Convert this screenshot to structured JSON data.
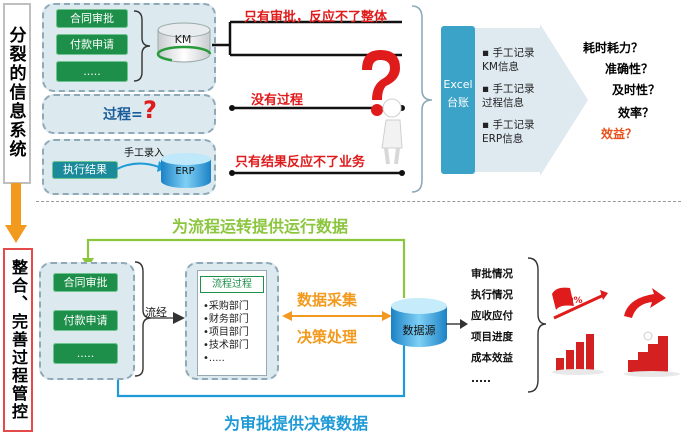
{
  "top": {
    "side_label": "分裂的信息系统",
    "panel1": {
      "items": [
        "合同审批",
        "付款申请",
        "....."
      ],
      "db_label": "KM",
      "note": "只有审批，反应不了整体"
    },
    "panel2": {
      "process_label": "过程=",
      "qmark": "?",
      "note": "没有过程"
    },
    "panel3": {
      "result_btn": "执行结果",
      "manual": "手工录入",
      "db_label": "ERP",
      "note": "只有结果反应不了业务"
    },
    "excel": {
      "line1": "Excel",
      "line2": "台账"
    },
    "bullets": [
      "手工记录KM信息",
      "手工记录过程信息",
      "手工记录ERP信息"
    ],
    "questions": [
      {
        "text": "耗时耗力？",
        "color": "#111111"
      },
      {
        "text": "准确性？",
        "color": "#111111"
      },
      {
        "text": "及时性？",
        "color": "#111111"
      },
      {
        "text": "效率？",
        "color": "#111111"
      },
      {
        "text": "效益？",
        "color": "#e8501a"
      }
    ]
  },
  "bottom": {
    "side_label": "整合、完善过程管控",
    "top_flow": "为流程运转提供运行数据",
    "bottom_flow": "为审批提供决策数据",
    "left_items": [
      "合同审批",
      "付款申请",
      "....."
    ],
    "flow_label": "流经",
    "process_title": "流程过程",
    "process_items": [
      "•采购部门",
      "•财务部门",
      "•项目部门",
      "•技术部门",
      "•....."
    ],
    "collect": "数据采集",
    "decide": "决策处理",
    "source": "数据源",
    "outputs": [
      "审批情况",
      "执行情况",
      "应收应付",
      "项目进度",
      "成本效益",
      "....."
    ],
    "badge": "60%"
  },
  "colors": {
    "green": "#8cc63f",
    "blue": "#1e9ad6",
    "orange": "#f29a1e",
    "red": "#e01b1b",
    "btn": "#1e8f4a"
  }
}
